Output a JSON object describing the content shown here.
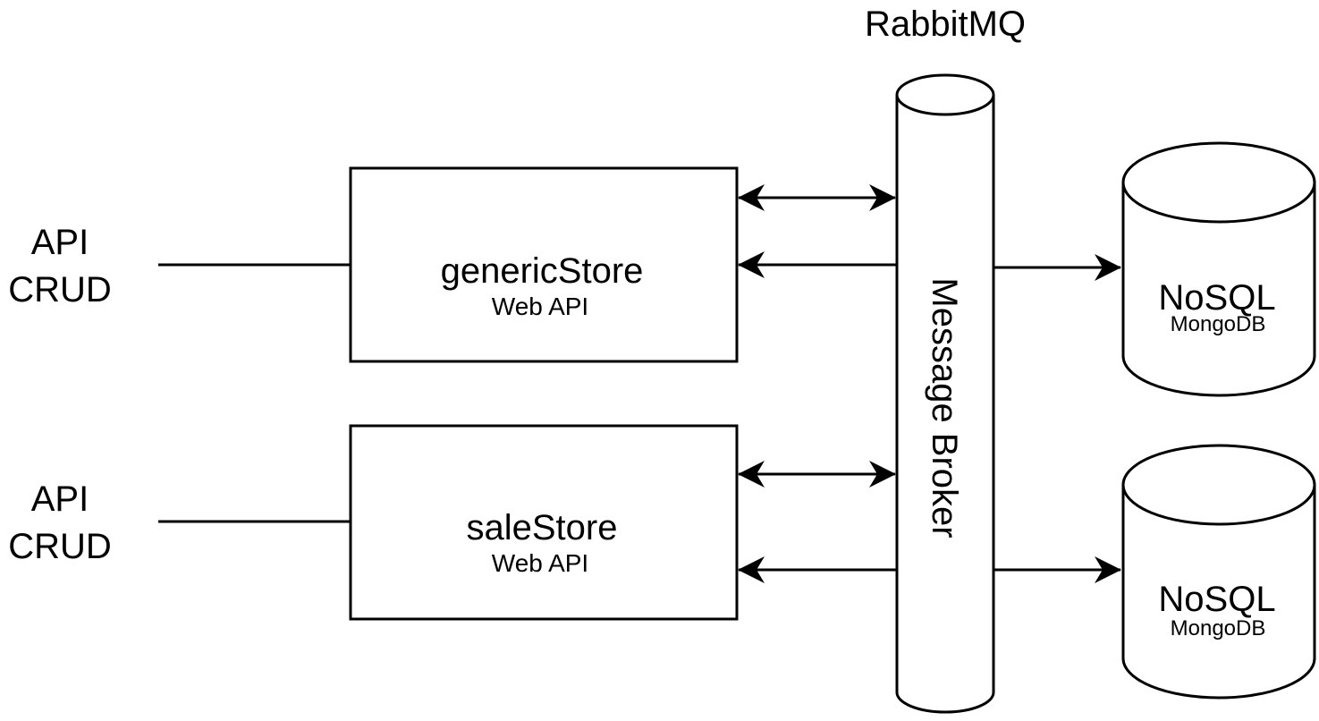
{
  "broker": {
    "product": "RabbitMQ",
    "label": "Message Broker"
  },
  "clients": [
    {
      "line1": "API",
      "line2": "CRUD"
    },
    {
      "line1": "API",
      "line2": "CRUD"
    }
  ],
  "services": [
    {
      "name": "genericStore",
      "kind": "Web API"
    },
    {
      "name": "saleStore",
      "kind": "Web API"
    }
  ],
  "databases": [
    {
      "name": "NoSQL",
      "engine": "MongoDB"
    },
    {
      "name": "NoSQL",
      "engine": "MongoDB"
    }
  ]
}
